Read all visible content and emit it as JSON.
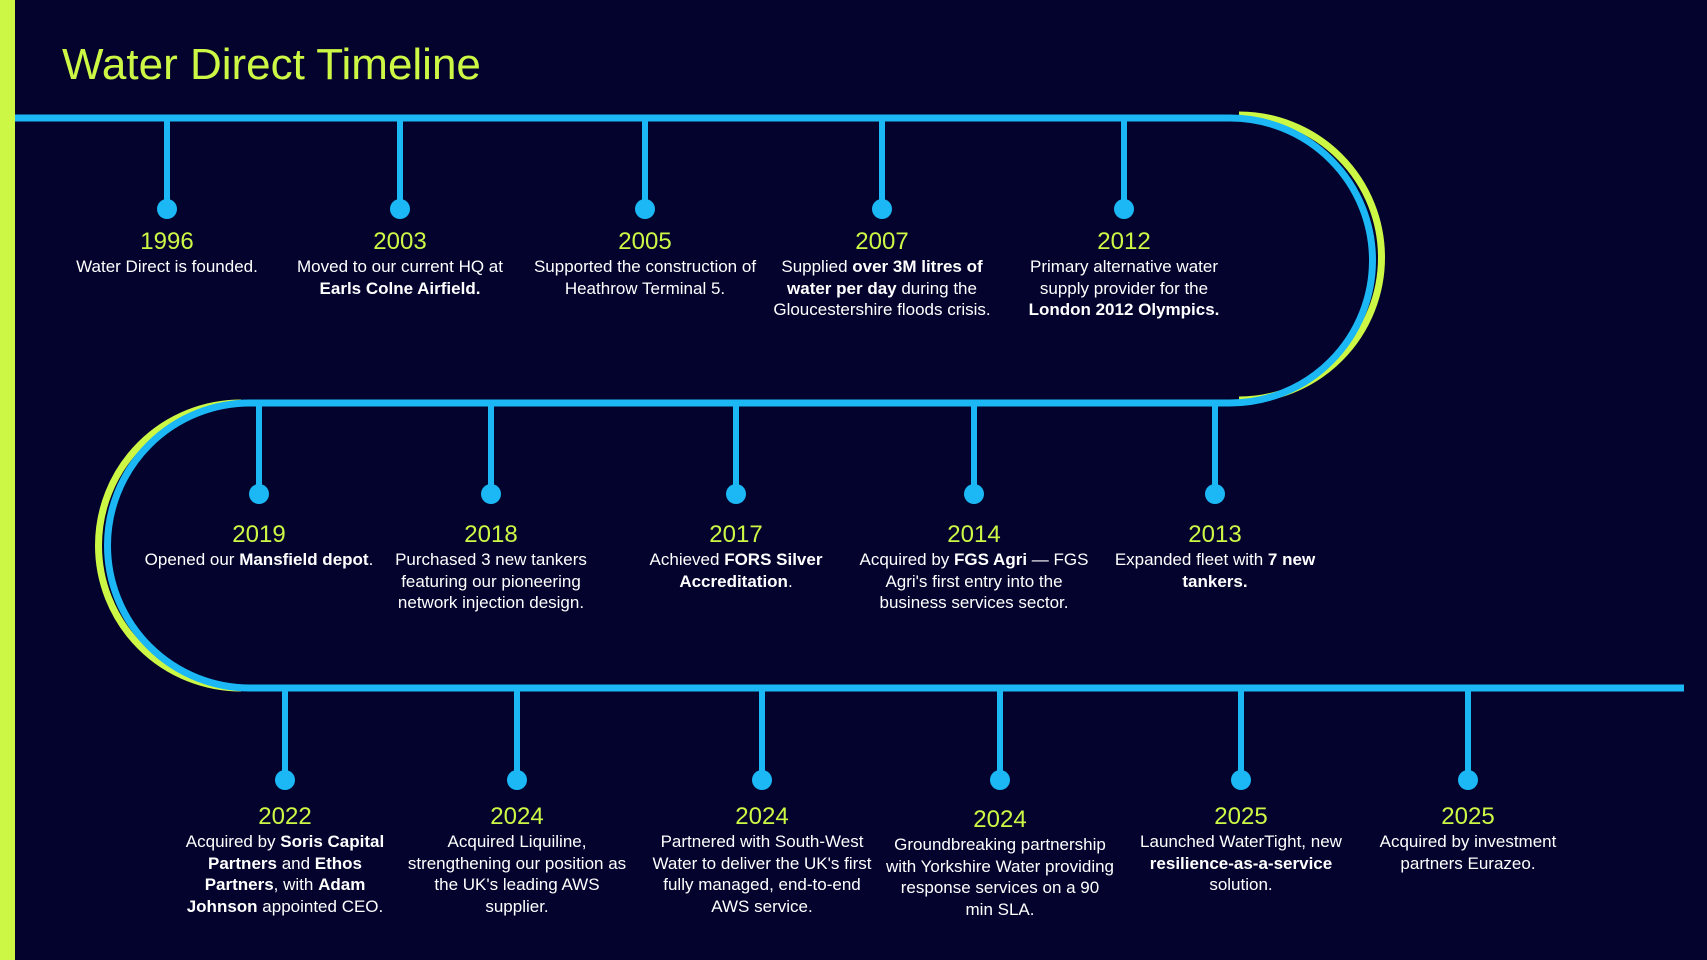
{
  "title": "Water Direct Timeline",
  "colors": {
    "background": "#03032e",
    "track": "#1bb8f5",
    "accent": "#cdf745"
  },
  "events": [
    {
      "year": "1996",
      "row": 1,
      "segments": [
        {
          "t": "Water Direct is founded."
        }
      ]
    },
    {
      "year": "2003",
      "row": 1,
      "segments": [
        {
          "t": "Moved to our current HQ at "
        },
        {
          "t": "Earls Colne Airfield.",
          "b": true
        }
      ]
    },
    {
      "year": "2005",
      "row": 1,
      "segments": [
        {
          "t": "Supported the construction of Heathrow Terminal 5."
        }
      ]
    },
    {
      "year": "2007",
      "row": 1,
      "segments": [
        {
          "t": "Supplied "
        },
        {
          "t": "over 3M litres of water per day",
          "b": true
        },
        {
          "t": " during the Gloucestershire floods crisis."
        }
      ]
    },
    {
      "year": "2012",
      "row": 1,
      "segments": [
        {
          "t": "Primary alternative water supply provider for the "
        },
        {
          "t": "London 2012 Olympics.",
          "b": true
        }
      ]
    },
    {
      "year": "2019",
      "row": 2,
      "segments": [
        {
          "t": "Opened our "
        },
        {
          "t": "Mansfield depot",
          "b": true
        },
        {
          "t": "."
        }
      ]
    },
    {
      "year": "2018",
      "row": 2,
      "segments": [
        {
          "t": "Purchased 3 new tankers featuring our pioneering network injection design."
        }
      ]
    },
    {
      "year": "2017",
      "row": 2,
      "segments": [
        {
          "t": "Achieved "
        },
        {
          "t": "FORS Silver Accreditation",
          "b": true
        },
        {
          "t": "."
        }
      ]
    },
    {
      "year": "2014",
      "row": 2,
      "segments": [
        {
          "t": "Acquired by "
        },
        {
          "t": "FGS Agri",
          "b": true
        },
        {
          "t": " — FGS Agri's first entry into the business services sector."
        }
      ]
    },
    {
      "year": "2013",
      "row": 2,
      "segments": [
        {
          "t": "Expanded fleet with "
        },
        {
          "t": "7 new tankers.",
          "b": true
        }
      ]
    },
    {
      "year": "2022",
      "row": 3,
      "segments": [
        {
          "t": "Acquired by "
        },
        {
          "t": "Soris Capital Partners",
          "b": true
        },
        {
          "t": " and "
        },
        {
          "t": "Ethos Partners",
          "b": true
        },
        {
          "t": ", with "
        },
        {
          "t": "Adam Johnson",
          "b": true
        },
        {
          "t": " appointed CEO."
        }
      ]
    },
    {
      "year": "2024",
      "row": 3,
      "segments": [
        {
          "t": "Acquired Liquiline, strengthening our position as the UK's leading AWS supplier."
        }
      ]
    },
    {
      "year": "2024",
      "row": 3,
      "segments": [
        {
          "t": "Partnered with South-West Water to deliver the UK's first fully managed, end-to-end AWS service."
        }
      ]
    },
    {
      "year": "2024",
      "row": 3,
      "segments": [
        {
          "t": "Groundbreaking partnership with Yorkshire Water providing response services on a 90 min SLA."
        }
      ]
    },
    {
      "year": "2025",
      "row": 3,
      "segments": [
        {
          "t": "Launched WaterTight, new "
        },
        {
          "t": "resilience-as-a-service",
          "b": true
        },
        {
          "t": " solution."
        }
      ]
    },
    {
      "year": "2025",
      "row": 3,
      "segments": [
        {
          "t": "Acquired by investment partners Eurazeo."
        }
      ]
    }
  ]
}
